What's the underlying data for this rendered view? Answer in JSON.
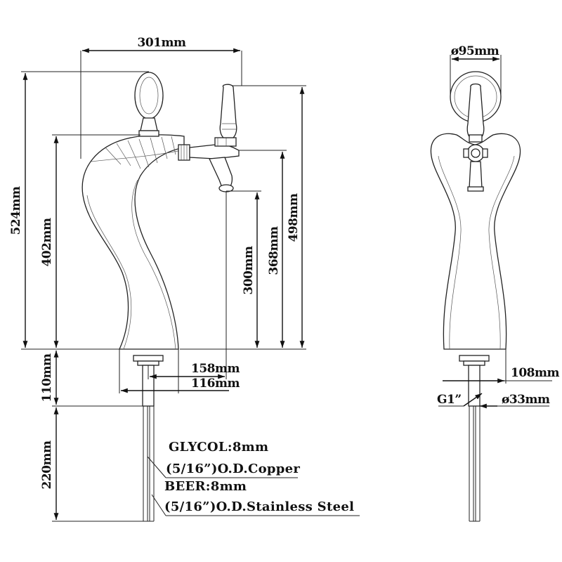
{
  "side_view": {
    "dimensions": {
      "width_top": "301mm",
      "height_total": "524mm",
      "height_402": "402mm",
      "height_300": "300mm",
      "height_368": "368mm",
      "height_498": "498mm",
      "offset_158": "158mm",
      "offset_116": "116mm",
      "shank_110": "110mm",
      "lines_220": "220mm"
    },
    "notes": {
      "glycol_line1": "GLYCOL:8mm",
      "glycol_line2": "(5/16”)O.D.Copper",
      "beer_line1": "BEER:8mm",
      "beer_line2": "(5/16”)O.D.Stainless Steel"
    }
  },
  "front_view": {
    "dimensions": {
      "medallion_dia": "ø95mm",
      "base_108": "108mm",
      "thread": "G1”",
      "shank_dia": "ø33mm"
    }
  }
}
